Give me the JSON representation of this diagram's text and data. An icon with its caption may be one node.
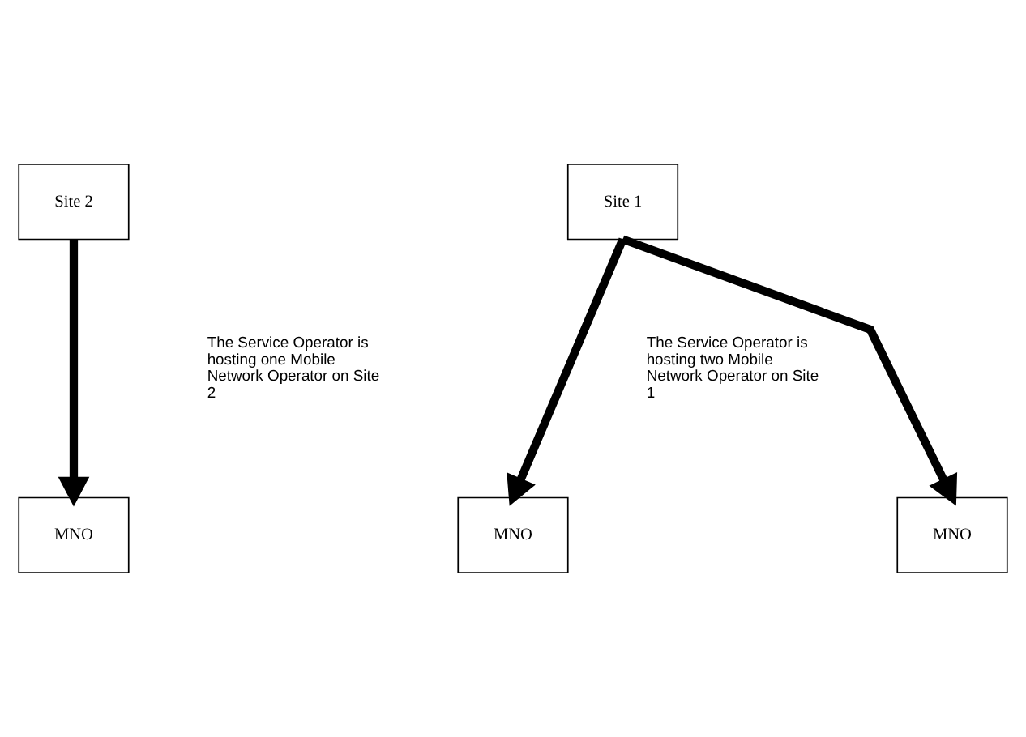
{
  "diagram": {
    "nodes": [
      {
        "text": [
          "Site 2"
        ]
      },
      {
        "text": [
          "Site 1"
        ]
      },
      {
        "text": [
          "MNO"
        ]
      },
      {
        "text": [
          "MNO"
        ]
      },
      {
        "text": [
          "MNO"
        ]
      }
    ],
    "edges": [
      {
        "from": 0,
        "to": 2,
        "arrow": "to"
      },
      {
        "from": 1,
        "to": 3,
        "arrow": "to"
      },
      {
        "from": 1,
        "to": 4,
        "arrow": "to"
      }
    ],
    "labels": [
      "The Service Operator is hosting one Mobile Network Operator on Site 2",
      "The Service Operator is hosting two Mobile Network Operator on Site 1"
    ]
  }
}
